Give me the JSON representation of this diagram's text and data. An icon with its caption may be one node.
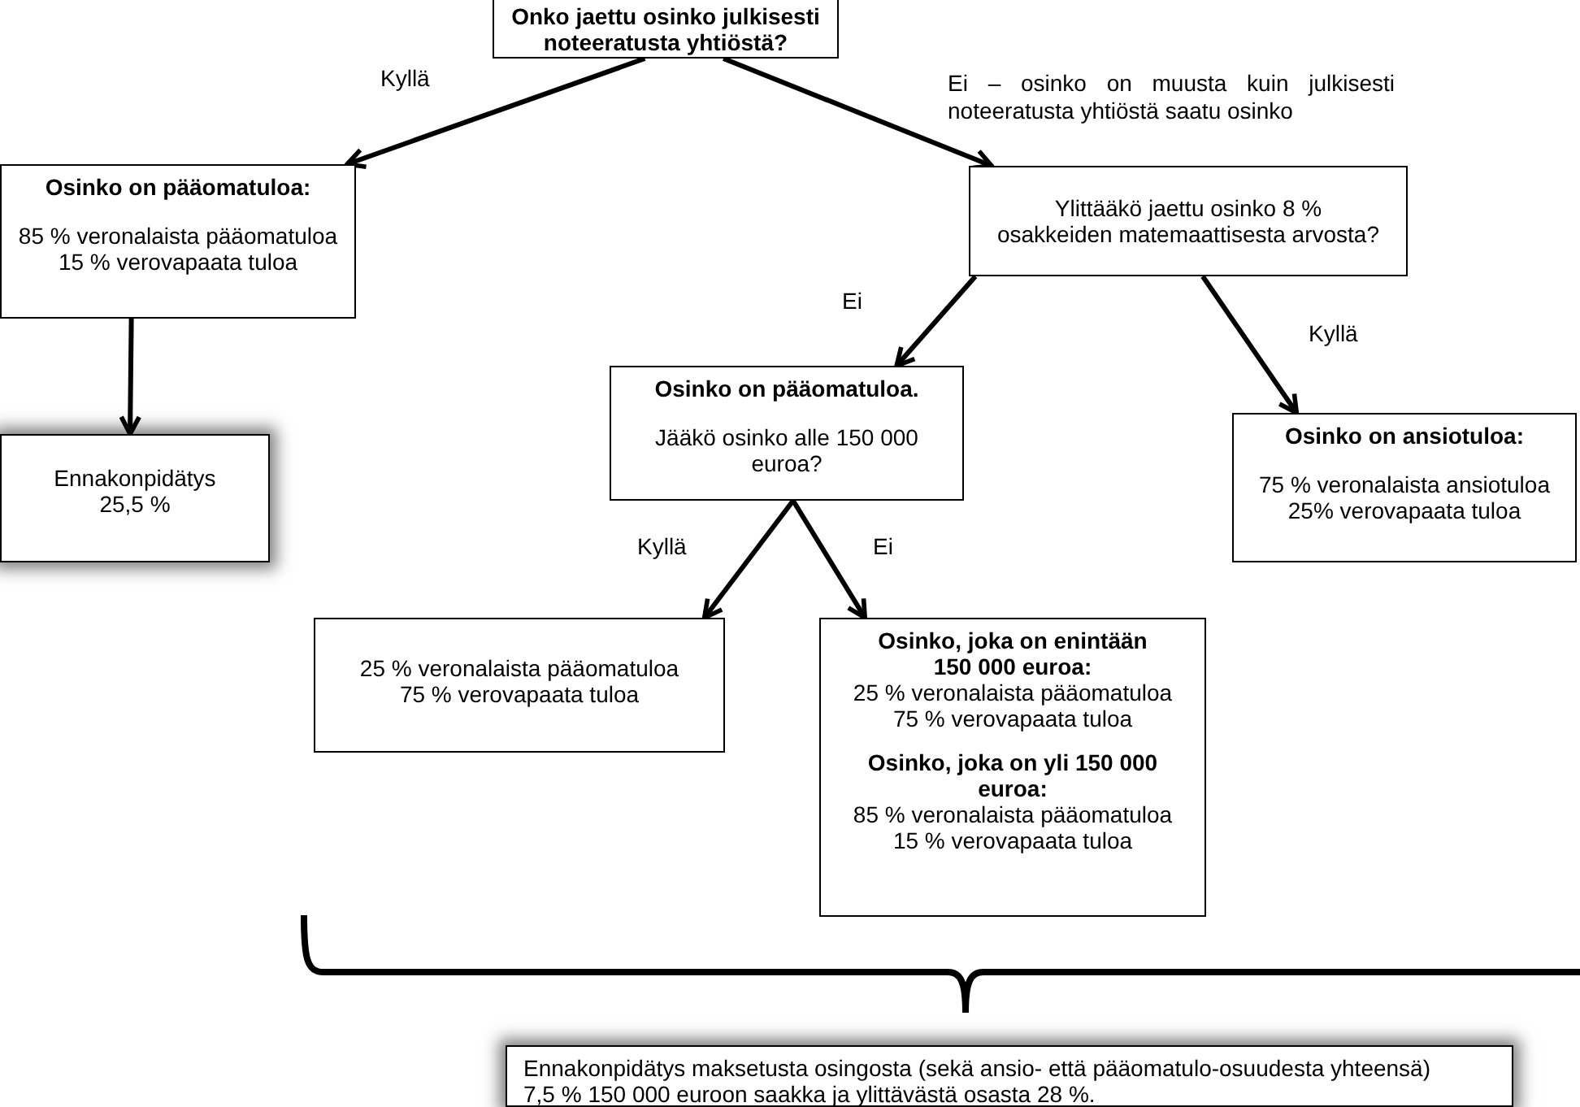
{
  "diagram": {
    "nodes": [
      {
        "text": [
          "Onko jaettu osinko julkisesti noteeratusta yhtiöstä?"
        ]
      },
      {
        "text": [
          "Osinko on pääomatuloa:",
          "85 % veronalaista pääomatuloa 15 % verovapaata tuloa"
        ]
      },
      {
        "text": [
          "Ennakonpidätys 25,5 %"
        ]
      },
      {
        "text": [
          "Ylittääkö jaettu osinko 8 % osakkeiden matemaattisesta arvosta?"
        ]
      },
      {
        "text": [
          "Osinko on pääomatuloa.",
          "Jääkö osinko alle 150 000 euroa?"
        ]
      },
      {
        "text": [
          "Osinko on ansiotuloa:",
          "75 % veronalaista ansiotuloa 25% verovapaata tuloa"
        ]
      },
      {
        "text": [
          "25 % veronalaista pääomatuloa 75 % verovapaata tuloa"
        ]
      },
      {
        "text": [
          "Osinko, joka on enintään 150 000 euroa:",
          "25 % veronalaista pääomatuloa 75 % verovapaata tuloa",
          "Osinko, joka on yli 150 000 euroa:",
          "85 % veronalaista pääomatuloa 15 % verovapaata tuloa"
        ]
      },
      {
        "text": [
          "Ennakonpidätys maksetusta osingosta (sekä ansio- että pääomatulo-osuudesta yhteensä) 7,5 % 150 000 euroon saakka ja ylittävästä osasta 28 %."
        ]
      }
    ],
    "edges": [
      {
        "from": 0,
        "to": 1,
        "arrow": "to",
        "label": "Kyllä"
      },
      {
        "from": 0,
        "to": 3,
        "arrow": "to",
        "label": "Ei – osinko on muusta kuin julkisesti noteeratusta yhtiöstä saatu osinko"
      },
      {
        "from": 1,
        "to": 2,
        "arrow": "to"
      },
      {
        "from": 3,
        "to": 4,
        "arrow": "to",
        "label": "Ei"
      },
      {
        "from": 3,
        "to": 5,
        "arrow": "to",
        "label": "Kyllä"
      },
      {
        "from": 4,
        "to": 6,
        "arrow": "to",
        "label": "Kyllä"
      },
      {
        "from": 4,
        "to": 7,
        "arrow": "to",
        "label": "Ei"
      }
    ]
  }
}
